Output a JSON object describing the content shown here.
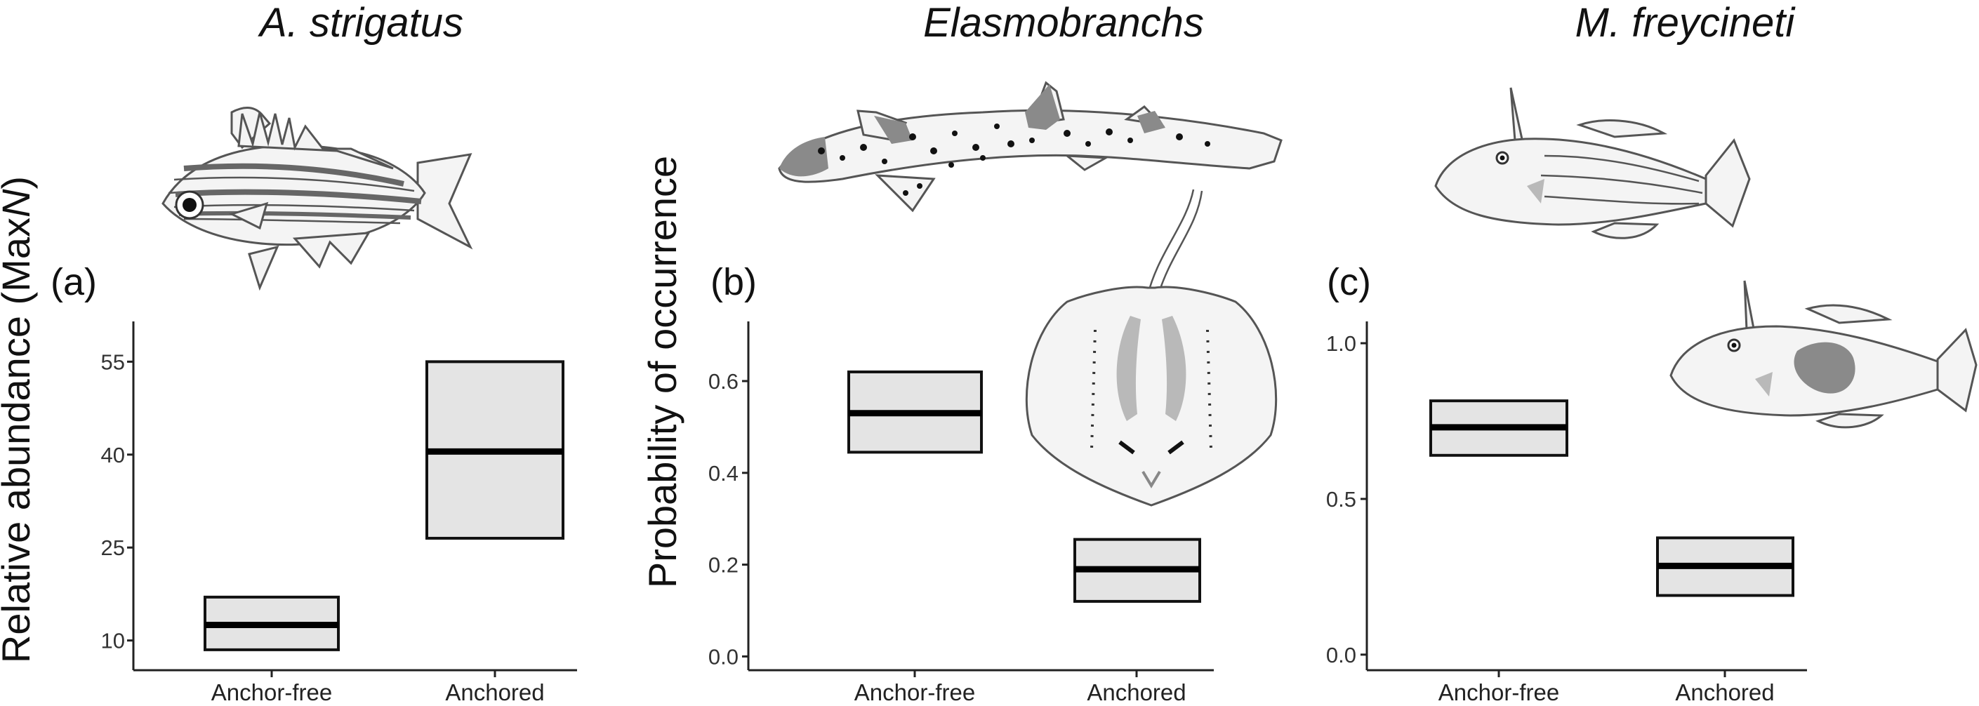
{
  "panels": [
    {
      "label": "(a)",
      "species": "A. strigatus",
      "ylabel_text": "Relative abundance (Max",
      "ylabel_italic": "N",
      "ylabel_close": ")",
      "icon": "striped-fish-illustration"
    },
    {
      "label": "(b)",
      "species": "Elasmobranchs",
      "ylabel_text": "Probability of occurrence",
      "icon": "shark-and-stingray-illustration"
    },
    {
      "label": "(c)",
      "species": "M. freycineti",
      "icon": "leatherjacket-fish-illustration"
    }
  ],
  "chart_data": [
    {
      "type": "box",
      "title": "A. strigatus",
      "ylabel": "Relative abundance (MaxN)",
      "categories": [
        "Anchor-free",
        "Anchored"
      ],
      "yticks": [
        10,
        25,
        40,
        55
      ],
      "ytick_labels": [
        "10",
        "25",
        "40",
        "55"
      ],
      "ylim": [
        5.2,
        61.5
      ],
      "mean": [
        12.5,
        40.5
      ],
      "lower": [
        8.5,
        26.5
      ],
      "upper": [
        17.0,
        55.0
      ]
    },
    {
      "type": "box",
      "title": "Elasmobranchs",
      "ylabel": "Probability of occurrence",
      "categories": [
        "Anchor-free",
        "Anchored"
      ],
      "yticks": [
        0.0,
        0.2,
        0.4,
        0.6
      ],
      "ytick_labels": [
        "0.0",
        "0.2",
        "0.4",
        "0.6"
      ],
      "ylim": [
        -0.03,
        0.73
      ],
      "mean": [
        0.53,
        0.19
      ],
      "lower": [
        0.445,
        0.12
      ],
      "upper": [
        0.62,
        0.255
      ]
    },
    {
      "type": "box",
      "title": "M. freycineti",
      "ylabel": "",
      "categories": [
        "Anchor-free",
        "Anchored"
      ],
      "yticks": [
        0.0,
        0.5,
        1.0
      ],
      "ytick_labels": [
        "0.0",
        "0.5",
        "1.0"
      ],
      "ylim": [
        -0.05,
        1.07
      ],
      "mean": [
        0.73,
        0.285
      ],
      "lower": [
        0.64,
        0.19
      ],
      "upper": [
        0.815,
        0.375
      ]
    }
  ]
}
